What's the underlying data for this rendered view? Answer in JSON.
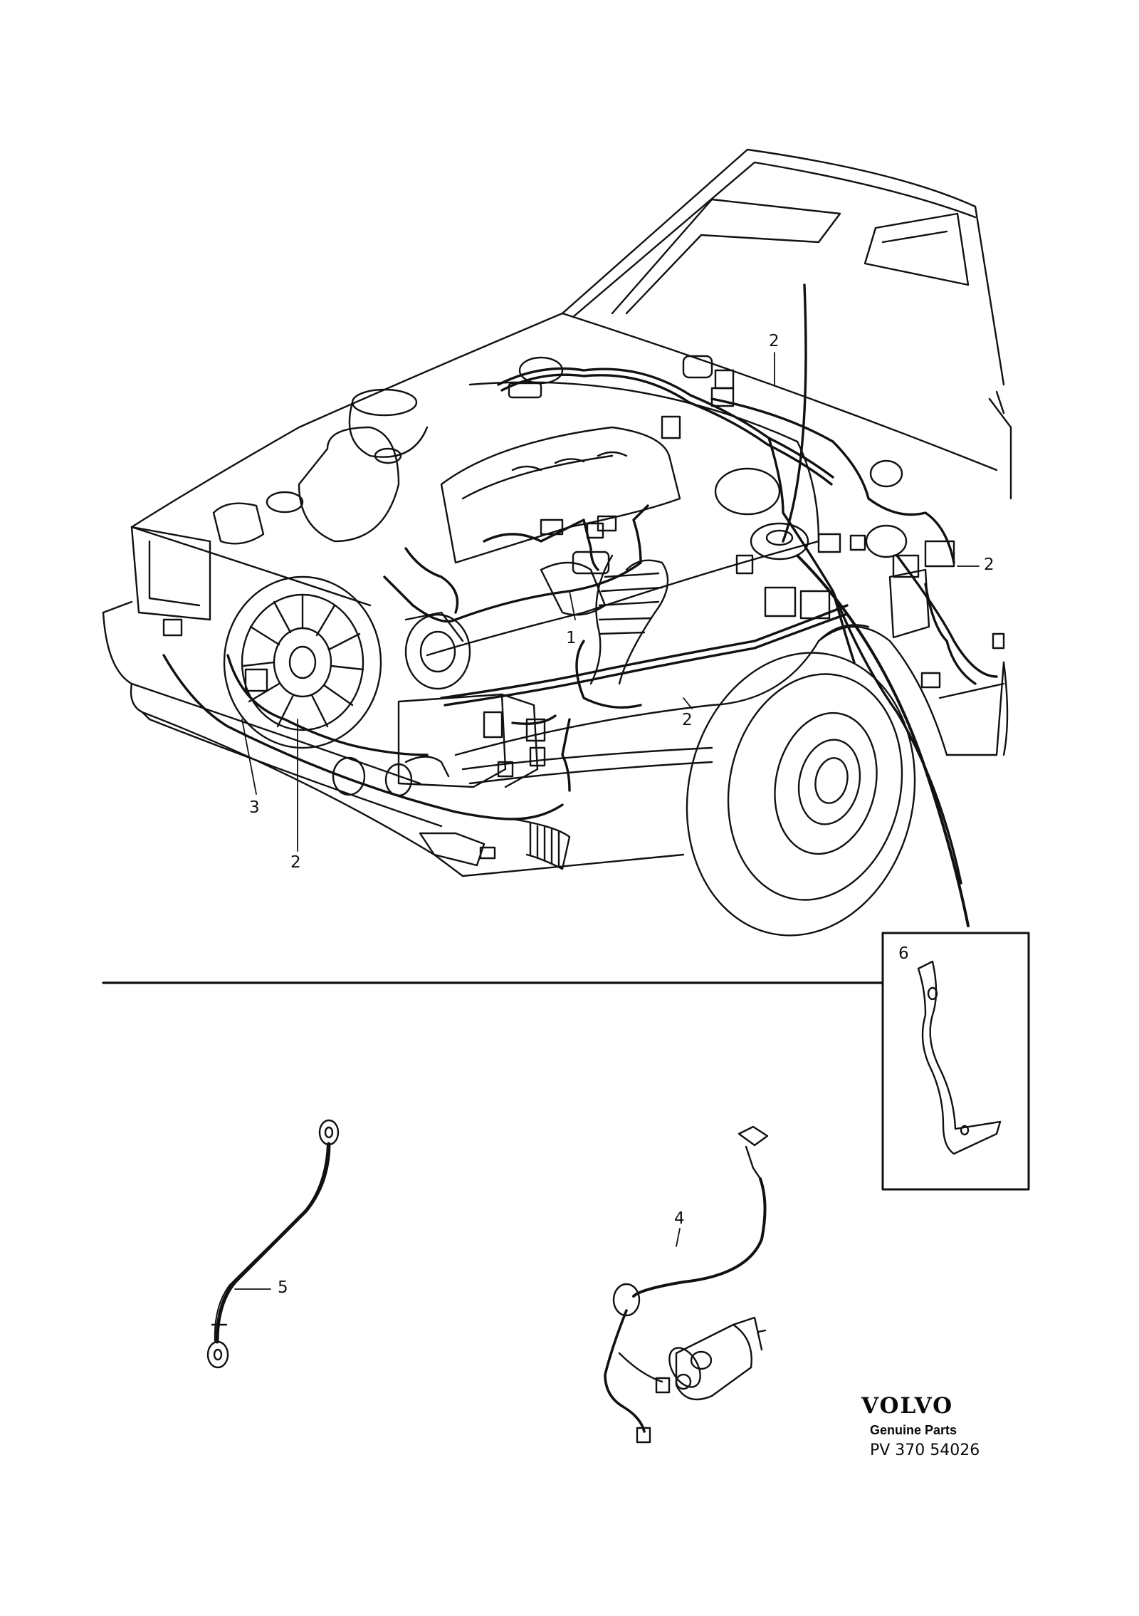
{
  "callouts": {
    "c1": "1",
    "c2_cowl": "2",
    "c2_right": "2",
    "c2_fender": "2",
    "c2_front": "2",
    "c3": "3",
    "c4": "4",
    "c5": "5",
    "c6": "6"
  },
  "brand": {
    "logo": "VOLVO",
    "tagline": "Genuine Parts",
    "code": "PV 370 54026"
  },
  "colors": {
    "line": "#111111",
    "background": "#ffffff"
  }
}
